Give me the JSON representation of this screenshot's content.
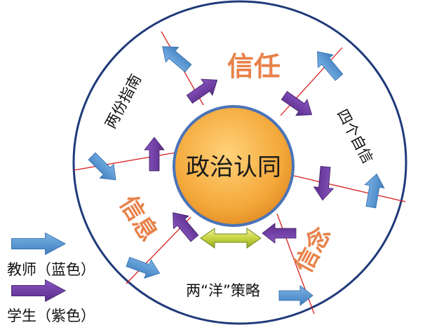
{
  "center": {
    "label": "政治认同"
  },
  "quadrants": {
    "top": "信任",
    "left": "信息",
    "bottom_right": "信念"
  },
  "strategies": {
    "two_guides": "两份指南",
    "four_confidences": "四个自信",
    "two_yang": "两“洋”策略"
  },
  "legend": {
    "teacher": "教师（蓝色）",
    "student": "学生（紫色）"
  },
  "colors": {
    "ring": "#1f3a7a",
    "center_fill": "#f4a83a",
    "center_stroke": "#4a73b8",
    "teacher_arrow": "#5b9bd5",
    "student_arrow": "#6f3fa0",
    "quadrant_text": "#e8824a",
    "spoke_line": "#d92020"
  }
}
